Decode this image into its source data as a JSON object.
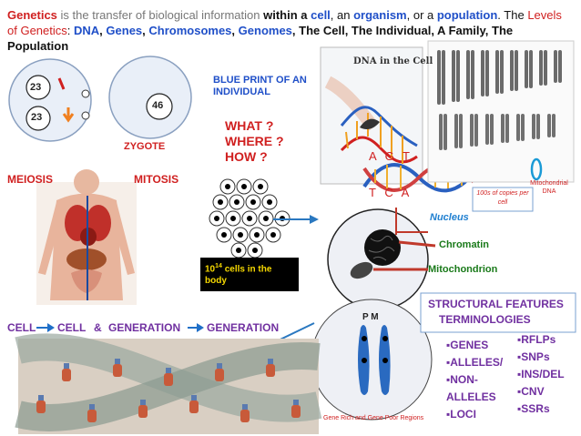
{
  "intro": {
    "w1": "Genetics",
    "w2": " is the ",
    "w3": "transfer of biological information",
    "w4": " within a ",
    "w5": "cell",
    "w6": ", an ",
    "w7": "organism",
    "w8": ", or a",
    "w9": "population",
    "w10": ". The ",
    "w11": "Levels of Genetics",
    "w12": ": ",
    "w13": "DNA",
    "w14": ", ",
    "w15": "Genes",
    "w16": ", ",
    "w17": "Chromosomes",
    "w18": ", ",
    "w19": "Genomes",
    "w20": ", The Cell, The Individual, A Family, The Population"
  },
  "gametes": {
    "a": "23",
    "b": "23"
  },
  "zygote": {
    "value": "46",
    "label": "ZYGOTE"
  },
  "blueprint": "BLUE PRINT OF AN INDIVIDUAL",
  "questions": {
    "q1": "WHAT ?",
    "q2": "WHERE ?",
    "q3": "HOW ?"
  },
  "dna_panel": {
    "title": "DNA in the Cell",
    "bases_top": "A G T",
    "bases_bottom": "T C A",
    "copies": "100s of copies per cell",
    "mito_dna": "Mitochondrial DNA"
  },
  "meiosis": "MEIOSIS",
  "mitosis": "MITOSIS",
  "cells_count": {
    "base": "10",
    "exp": "14",
    "rest": " cells in the body"
  },
  "cell_parts": {
    "nucleus": "Nucleus",
    "chromatin": "Chromatin",
    "mitochondrion": "Mitochondrion"
  },
  "chain": {
    "cell1": "CELL",
    "cell2": "CELL",
    "amp": "&",
    "gen1": "GENERATION",
    "gen2": "GENERATION"
  },
  "pm": "P  M",
  "structural": {
    "title": "STRUCTURAL  FEATURES",
    "subtitle": "TERMINOLOGIES"
  },
  "list_left": [
    "GENES",
    "ALLELES/",
    "NON-",
    "ALLELES",
    "LOCI"
  ],
  "list_right": [
    "RFLPs",
    "SNPs",
    "INS/DEL",
    "CNV",
    "SSRs"
  ],
  "gene_regions": "Gene Rich and Gene Poor Regions",
  "colors": {
    "blue": "#1f4fc8",
    "red": "#d02020",
    "purple": "#7030a0",
    "green": "#1a7a1a"
  }
}
